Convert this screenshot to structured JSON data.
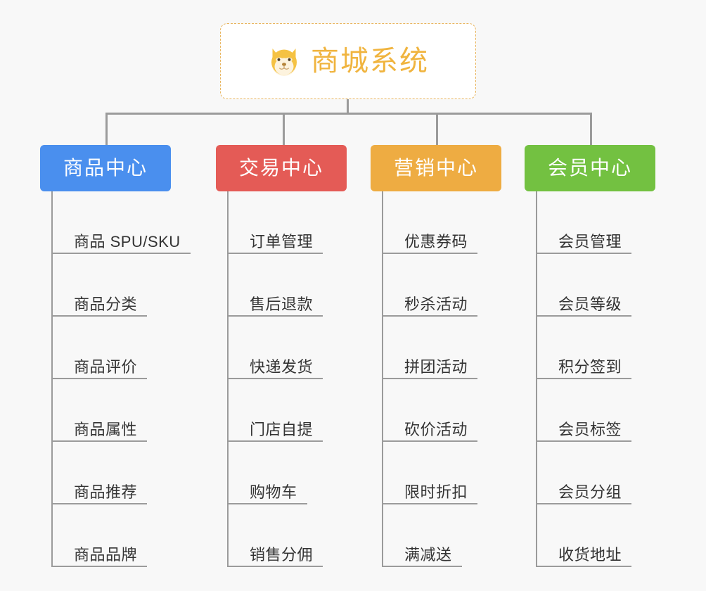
{
  "page": {
    "background_color": "#f8f8f8",
    "title": "商城系统"
  },
  "root": {
    "label": "商城系统",
    "icon": "shiba-dog-face-icon",
    "text_color": "#f0b43f",
    "border_color": "#e8b45c",
    "background_color": "#ffffff"
  },
  "connector": {
    "color": "#9b9b9b"
  },
  "branches": [
    {
      "label": "商品中心",
      "color": "#4a8fee",
      "text_color": "#ffffff",
      "items": [
        "商品 SPU/SKU",
        "商品分类",
        "商品评价",
        "商品属性",
        "商品推荐",
        "商品品牌"
      ]
    },
    {
      "label": "交易中心",
      "color": "#e45b56",
      "text_color": "#ffffff",
      "items": [
        "订单管理",
        "售后退款",
        "快递发货",
        "门店自提",
        "购物车",
        "销售分佣"
      ]
    },
    {
      "label": "营销中心",
      "color": "#eeac42",
      "text_color": "#ffffff",
      "items": [
        "优惠券码",
        "秒杀活动",
        "拼团活动",
        "砍价活动",
        "限时折扣",
        "满减送"
      ]
    },
    {
      "label": "会员中心",
      "color": "#73c141",
      "text_color": "#ffffff",
      "items": [
        "会员管理",
        "会员等级",
        "积分签到",
        "会员标签",
        "会员分组",
        "收货地址"
      ]
    }
  ]
}
